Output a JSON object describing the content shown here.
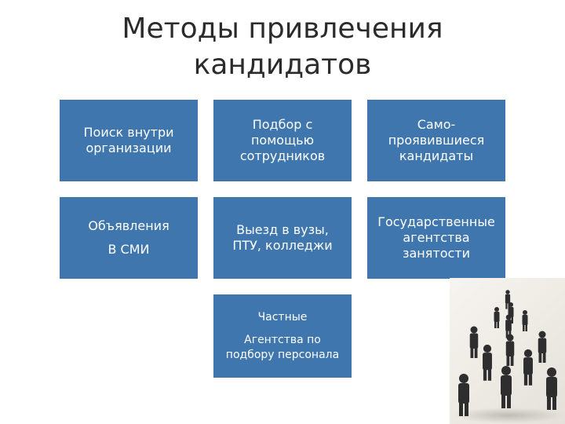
{
  "slide": {
    "title": "Методы привлечения\nкандидатов"
  },
  "boxes": {
    "internal_search": "Поиск внутри\nорганизации",
    "employee_referral": "Подбор с\nпомощью\nсотрудников",
    "self_applicants": "Само-\nпроявившиеся\nкандидаты",
    "media_ads_line1": "Объявления",
    "media_ads_line2": "В  СМИ",
    "campus_visits": "Выезд в вузы,\nПТУ, колледжи",
    "state_agencies": "Государственные\nагентства\nзанятости",
    "private_agencies_line1": "Частные",
    "private_agencies_line2": "Агентства по\nподбору персонала"
  },
  "colors": {
    "box_fill": "#3e76ad",
    "box_text": "#ffffff",
    "title_text": "#2b2b2b"
  },
  "decor": {
    "photo_icon": "business-people-icon"
  }
}
